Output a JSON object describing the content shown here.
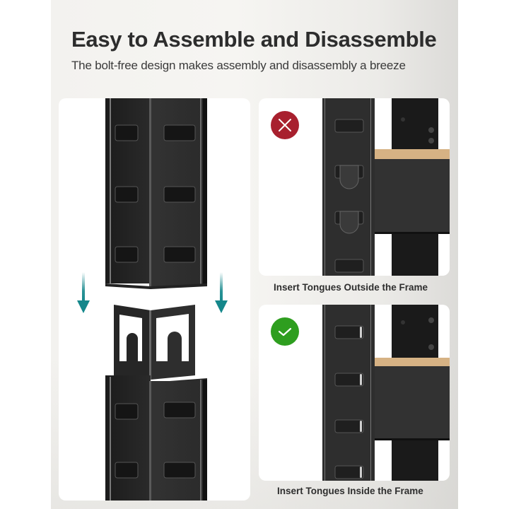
{
  "header": {
    "title": "Easy to Assemble and Disassemble",
    "subtitle": "The bolt-free design makes assembly and disassembly a breeze"
  },
  "panels": {
    "left": {
      "description": "Upright post sliding down onto connector sleeve",
      "arrows": [
        "arrow-down",
        "arrow-down"
      ],
      "arrow_color": "#14878b"
    },
    "top_right": {
      "status": "incorrect",
      "icon": "x-icon",
      "badge_color": "#a8202e",
      "caption": "Insert Tongues Outside the Frame"
    },
    "bottom_right": {
      "status": "correct",
      "icon": "check-icon",
      "badge_color": "#2e9e1f",
      "caption": "Insert Tongues Inside the Frame"
    }
  },
  "colors": {
    "background": "#f3f2ef",
    "panel": "#ffffff",
    "metal": "#2b2b2b",
    "board": "#d6b284",
    "text": "#2d2d2d"
  }
}
